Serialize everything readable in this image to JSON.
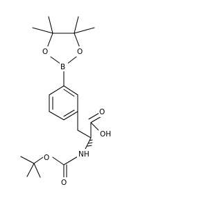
{
  "structure": {
    "atom_labels": {
      "boron": "B",
      "ring_oxygen_left": "O",
      "ring_oxygen_right": "O",
      "hydroxyl": "OH",
      "amine": "NH",
      "carbonyl_oxygen_acid": "O",
      "carbonyl_oxygen_carbamate": "O",
      "ester_oxygen": "O"
    }
  }
}
